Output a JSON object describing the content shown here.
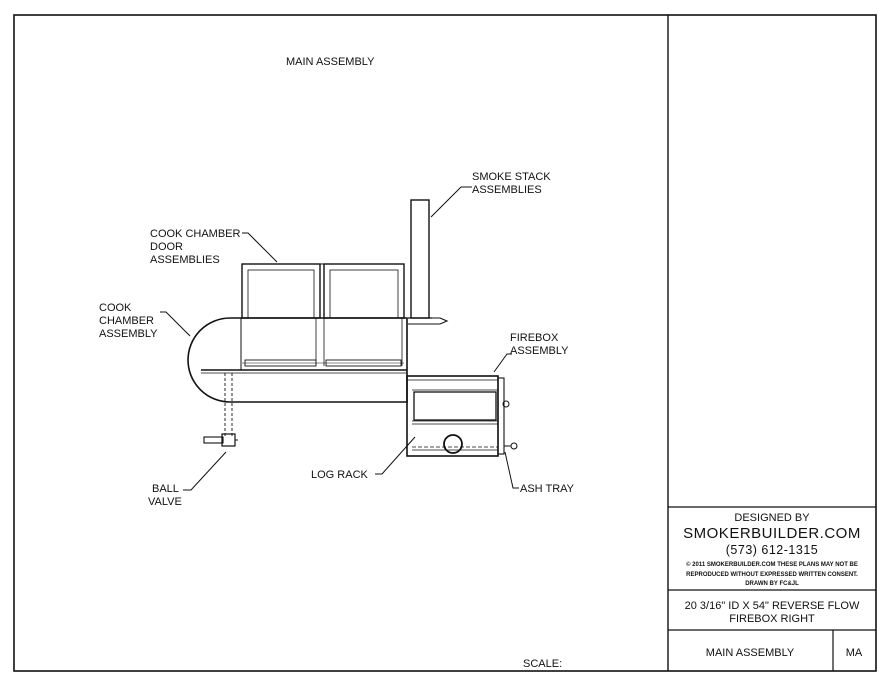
{
  "drawing": {
    "title": "MAIN ASSEMBLY",
    "scale_label": "SCALE:"
  },
  "labels": {
    "smoke_stack": [
      "SMOKE STACK",
      "ASSEMBLIES"
    ],
    "cook_chamber_door": [
      "COOK CHAMBER",
      "DOOR",
      "ASSEMBLIES"
    ],
    "cook_chamber": [
      "COOK",
      "CHAMBER",
      "ASSEMBLY"
    ],
    "firebox": [
      "FIREBOX",
      "ASSEMBLY"
    ],
    "ball_valve": [
      "BALL",
      "VALVE"
    ],
    "log_rack": "LOG RACK",
    "ash_tray": "ASH TRAY"
  },
  "title_block": {
    "designed_by": "DESIGNED BY",
    "company": "SMOKERBUILDER.COM",
    "phone": "(573)  612-1315",
    "copyright_lines": [
      "©  2011  SMOKERBUILDER.COM  THESE  PLANS  MAY  NOT  BE",
      "REPRODUCED  WITHOUT  EXPRESSED  WRITTEN  CONSENT.",
      "DRAWN  BY  FC&JL"
    ],
    "description_lines": [
      "20  3/16\"  ID  X  54\"  REVERSE  FLOW",
      "FIREBOX  RIGHT"
    ],
    "sheet_name": "MAIN ASSEMBLY",
    "sheet_code": "MA"
  }
}
